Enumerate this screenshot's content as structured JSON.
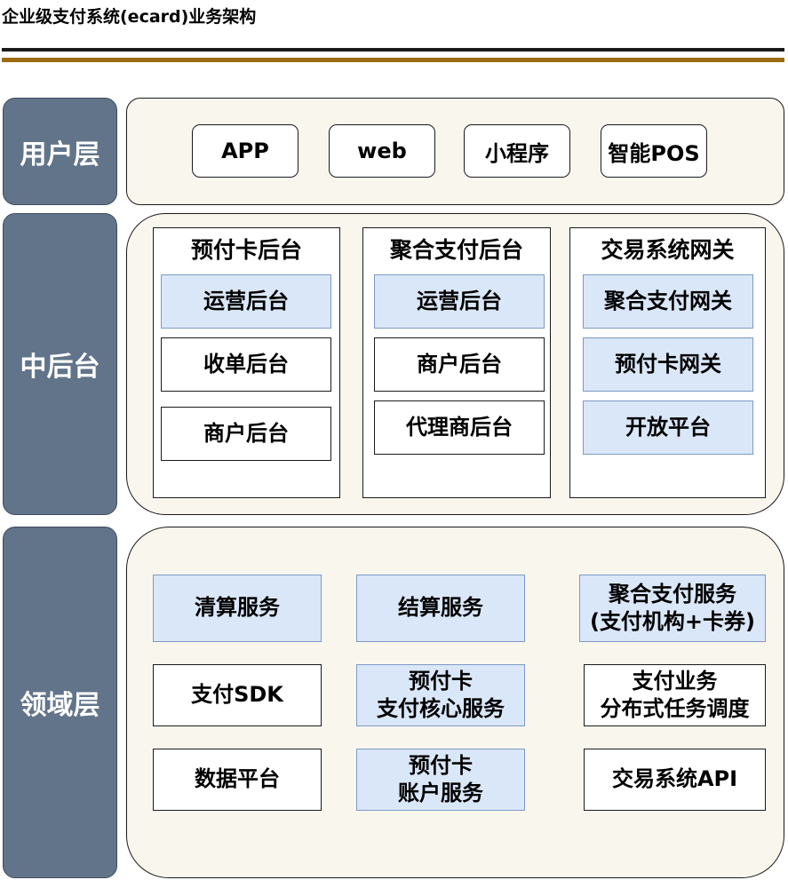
{
  "title": "企业级支付系统(ecard)业务架构",
  "layers": {
    "user": {
      "label": "用户层",
      "items": [
        "APP",
        "web",
        "小程序",
        "智能POS"
      ]
    },
    "middle": {
      "label": "中后台",
      "columns": [
        {
          "title": "预付卡后台",
          "boxes": [
            "运营后台",
            "收单后台",
            "商户后台"
          ]
        },
        {
          "title": "聚合支付后台",
          "boxes": [
            "运营后台",
            "商户后台",
            "代理商后台"
          ]
        },
        {
          "title": "交易系统网关",
          "boxes": [
            "聚合支付网关",
            "预付卡网关",
            "开放平台"
          ]
        }
      ]
    },
    "domain": {
      "label": "领域层",
      "boxes": [
        [
          "清算服务"
        ],
        [
          "结算服务"
        ],
        [
          "聚合支付服务",
          "(支付机构+卡券)"
        ],
        [
          "支付SDK"
        ],
        [
          "预付卡",
          "支付核心服务"
        ],
        [
          "支付业务",
          "分布式任务调度"
        ],
        [
          "数据平台"
        ],
        [
          "预付卡",
          "账户服务"
        ],
        [
          "交易系统API"
        ]
      ]
    }
  },
  "colors": {
    "label_bg": "#61748a",
    "panel_bg": "#f9f6ed",
    "highlight_bg": "#dae7f8",
    "rule_gold": "#9c6a10"
  }
}
